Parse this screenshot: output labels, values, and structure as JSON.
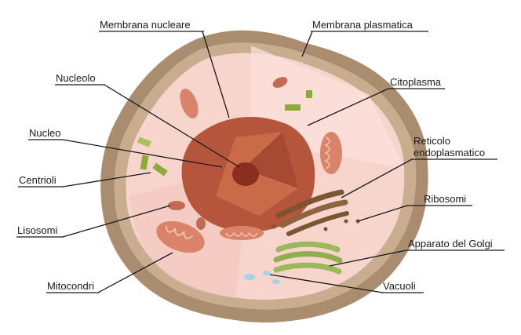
{
  "labels": {
    "membrana_nucleare": "Membrana nucleare",
    "membrana_plasmatica": "Membrana plasmatica",
    "nucleolo": "Nucleolo",
    "citoplasma": "Citoplasma",
    "nucleo": "Nucleo",
    "reticolo_line1": "Reticolo",
    "reticolo_line2": "endoplasmatico",
    "centrioli": "Centrioli",
    "ribosomi": "Ribosomi",
    "lisosomi": "Lisosomi",
    "apparato_golgi": "Apparato del Golgi",
    "mitocondri": "Mitocondri",
    "vacuoli": "Vacuoli"
  },
  "colors": {
    "membrane_outer": "#a98d6e",
    "membrane_inner": "#c8ad8f",
    "cytoplasm": "#f7d4cc",
    "cytoplasm_light": "#fbe3dc",
    "nucleus_outer": "#b5563c",
    "nucleus_inner": "#c96a48",
    "nucleolus": "#8a2e1f",
    "mitochondria": "#d9836a",
    "golgi": "#9bb85a",
    "reticulum": "#7a5530",
    "centriole": "#8cab3a",
    "vacuole": "#9fd6e6"
  }
}
